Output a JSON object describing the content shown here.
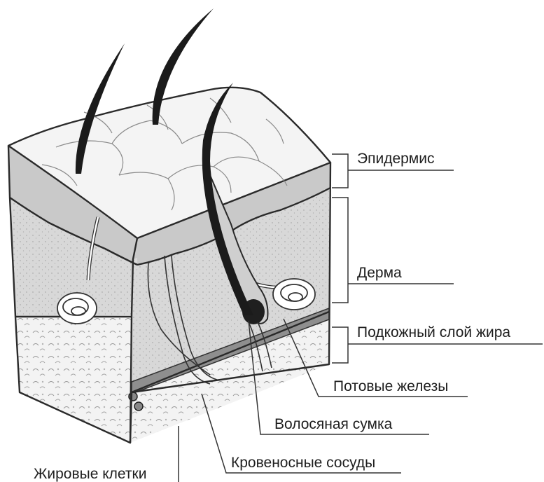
{
  "diagram": {
    "subject": "skin-cross-section",
    "labels": {
      "epidermis": "Эпидермис",
      "dermis": "Дерма",
      "subcutaneous_fat": "Подкожный слой жира",
      "sweat_glands": "Потовые железы",
      "hair_follicle": "Волосяная сумка",
      "blood_vessels": "Кровеносные сосуды",
      "fat_cells": "Жировые клетки"
    },
    "colors": {
      "epidermis": "#f4f4f4",
      "dermis": "#d9d9d9",
      "fat": "#f1f1f1",
      "hair": "#1b1b1b",
      "outline": "#2a2a2a"
    }
  }
}
